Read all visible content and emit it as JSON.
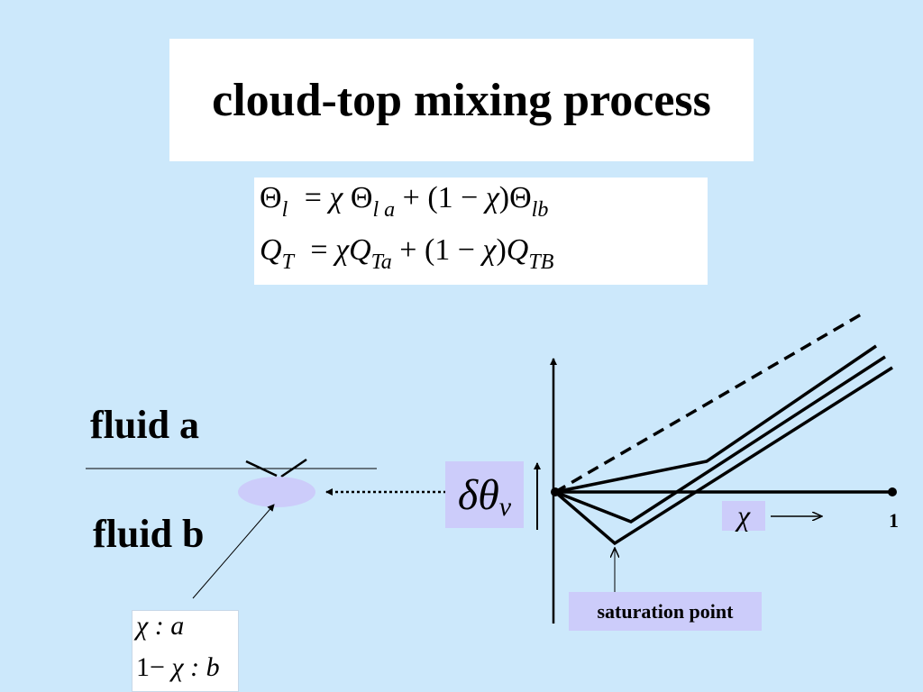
{
  "title": "cloud-top mixing process",
  "equations": {
    "line1": {
      "lhs": "Θ",
      "lhs_sub": "l",
      "eq": "=",
      "chi1": "χ",
      "t1": "Θ",
      "t1_sub": "l a",
      "plus": "+",
      "paren": "(1 − ",
      "chi2": "χ",
      "close": ")",
      "t2": "Θ",
      "t2_sub": "lb"
    },
    "line2": {
      "lhs": "Q",
      "lhs_sub": "T",
      "eq": "=",
      "chi1": "χ",
      "t1": "Q",
      "t1_sub": "Ta",
      "plus": "+",
      "paren": "(1 − ",
      "chi2": "χ",
      "close": ")",
      "t2": "Q",
      "t2_sub": "TB"
    }
  },
  "fluid_a": "fluid a",
  "fluid_b": "fluid b",
  "mixing_ratio": {
    "line1_chi": "χ",
    "line1_rest": " : a",
    "line2_prefix": "1− ",
    "line2_chi": "χ",
    "line2_rest": " : b"
  },
  "delta_label": {
    "main": "δθ",
    "sub": "v"
  },
  "x_axis_symbol": "χ",
  "x_axis_end": "1",
  "saturation_label": "saturation point",
  "colors": {
    "background": "#cce8fb",
    "label_box": "#ccccfa",
    "mixing_parcel": "#ccccfa"
  }
}
